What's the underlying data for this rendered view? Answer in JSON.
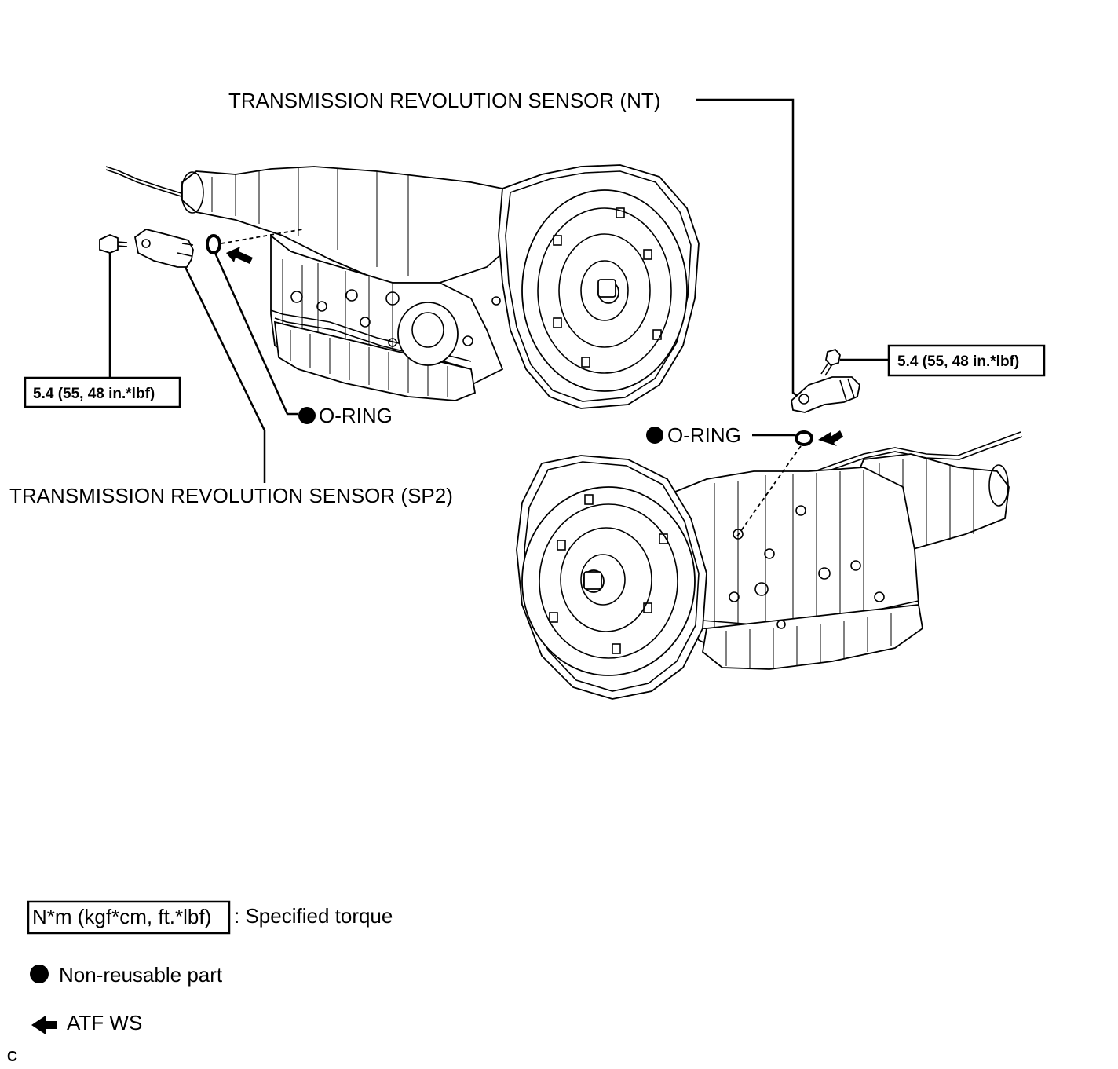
{
  "labels": {
    "sensor_nt": "TRANSMISSION REVOLUTION SENSOR (NT)",
    "sensor_sp2": "TRANSMISSION REVOLUTION SENSOR (SP2)",
    "oring_left": "O-RING",
    "oring_right": "O-RING",
    "torque_left": "5.4 (55, 48 in.*lbf)",
    "torque_right": "5.4 (55, 48 in.*lbf)"
  },
  "legend": {
    "torque_box": "N*m (kgf*cm, ft.*lbf)",
    "torque_desc": ": Specified torque",
    "nonreusable": "Non-reusable part",
    "atf": "ATF WS"
  },
  "corner_mark": "C"
}
